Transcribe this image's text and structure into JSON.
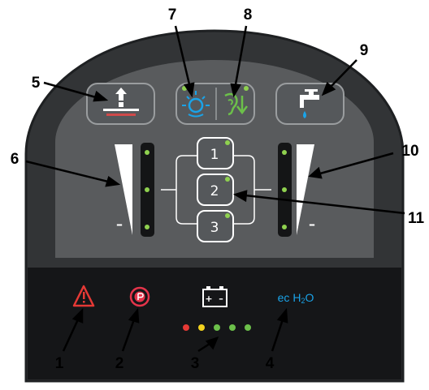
{
  "callouts": [
    "1",
    "2",
    "3",
    "4",
    "5",
    "6",
    "7",
    "8",
    "9",
    "10",
    "11"
  ],
  "program_buttons": [
    "1",
    "2",
    "3"
  ],
  "level_signs": {
    "plus": "+",
    "minus": "–"
  },
  "battery_signs": {
    "plus": "+",
    "minus": "–"
  },
  "water_logo": {
    "prefix": "ec",
    "main": "H",
    "sub": "2",
    "suffix": "O"
  },
  "battery_leds": [
    "#e53935",
    "#f2d21e",
    "#6cc04a",
    "#6cc04a",
    "#6cc04a"
  ],
  "colors": {
    "panel": "#323436",
    "panel_edge": "#1e2022",
    "inset": "#595b5d",
    "button_fill": "#55585b",
    "button_stroke": "#9a9d9f",
    "led_green": "#8fd14f",
    "icon_blue": "#1aa3e8",
    "icon_green": "#6cc04a",
    "warning_red": "#e53935",
    "brake_red": "#e5344a"
  }
}
